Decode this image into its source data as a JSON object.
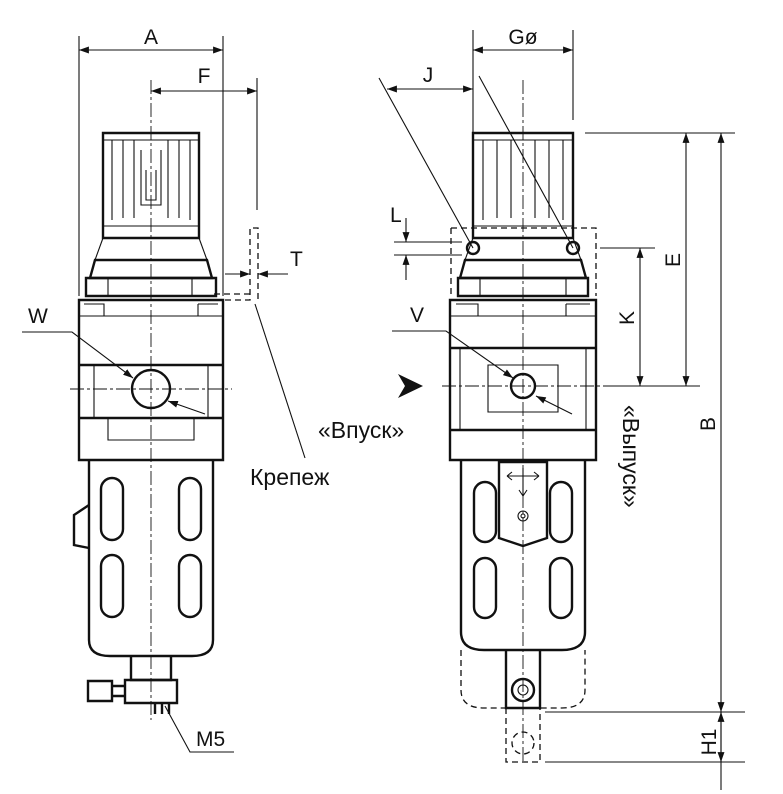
{
  "labels": {
    "A": "A",
    "F": "F",
    "T": "T",
    "W": "W",
    "M5": "M5",
    "mount": "Крепеж",
    "G": "Gø",
    "J": "J",
    "L": "L",
    "V": "V",
    "inlet": "«Впуск»",
    "outlet": "«Выпуск»",
    "E": "E",
    "K": "K",
    "B": "B",
    "H1": "H1"
  }
}
